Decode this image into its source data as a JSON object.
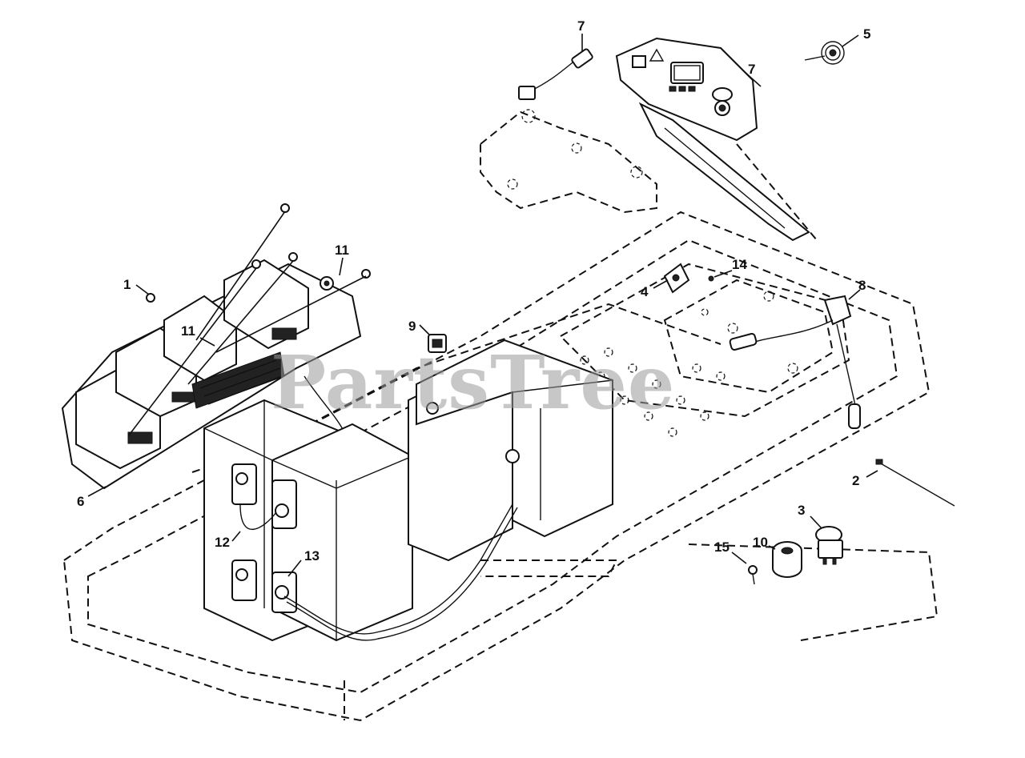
{
  "callouts": [
    {
      "id": "c1",
      "text": "1"
    },
    {
      "id": "c2",
      "text": "2"
    },
    {
      "id": "c3",
      "text": "3"
    },
    {
      "id": "c4",
      "text": "4"
    },
    {
      "id": "c5",
      "text": "5"
    },
    {
      "id": "c6",
      "text": "6"
    },
    {
      "id": "c7a",
      "text": "7"
    },
    {
      "id": "c7b",
      "text": "7"
    },
    {
      "id": "c8",
      "text": "8"
    },
    {
      "id": "c9",
      "text": "9"
    },
    {
      "id": "c10",
      "text": "10"
    },
    {
      "id": "c11a",
      "text": "11"
    },
    {
      "id": "c11b",
      "text": "11"
    },
    {
      "id": "c12",
      "text": "12"
    },
    {
      "id": "c13",
      "text": "13"
    },
    {
      "id": "c14",
      "text": "14"
    },
    {
      "id": "c15",
      "text": "15"
    }
  ],
  "watermark": "PartsTree",
  "colors": {
    "line": "#111111",
    "watermark": "#9a9a9a",
    "background": "#ffffff"
  }
}
